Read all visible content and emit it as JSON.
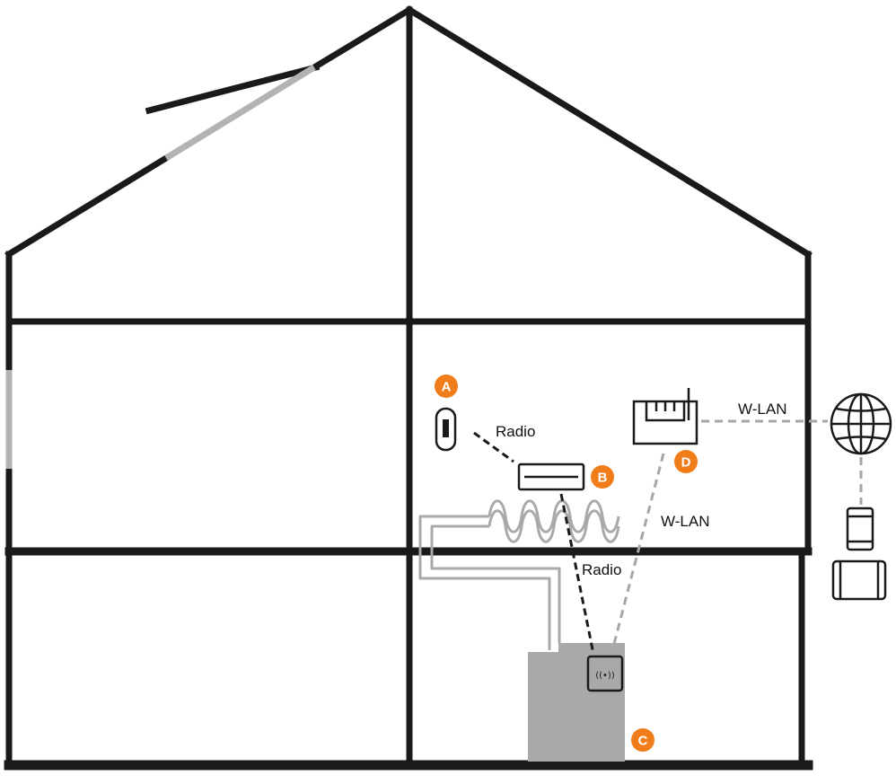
{
  "colors": {
    "wall": "#1a1a1a",
    "window": "#b3b3b3",
    "heater": "#a9a9a9",
    "pipe": "#a9a9a9",
    "badge": "#f07d1a",
    "wlan_line": "#a6a6a6"
  },
  "badges": {
    "a": "A",
    "b": "B",
    "c": "C",
    "d": "D"
  },
  "labels": {
    "radio_upper": "Radio",
    "radio_lower": "Radio",
    "wlan_right": "W-LAN",
    "wlan_middle": "W-LAN"
  },
  "icons": {
    "sensor": "window-sensor-icon",
    "thermostat": "room-thermostat-icon",
    "gateway": "radio-gateway-icon",
    "router": "wlan-router-icon",
    "internet": "globe-icon",
    "phone": "smartphone-icon",
    "tablet": "tablet-icon"
  }
}
